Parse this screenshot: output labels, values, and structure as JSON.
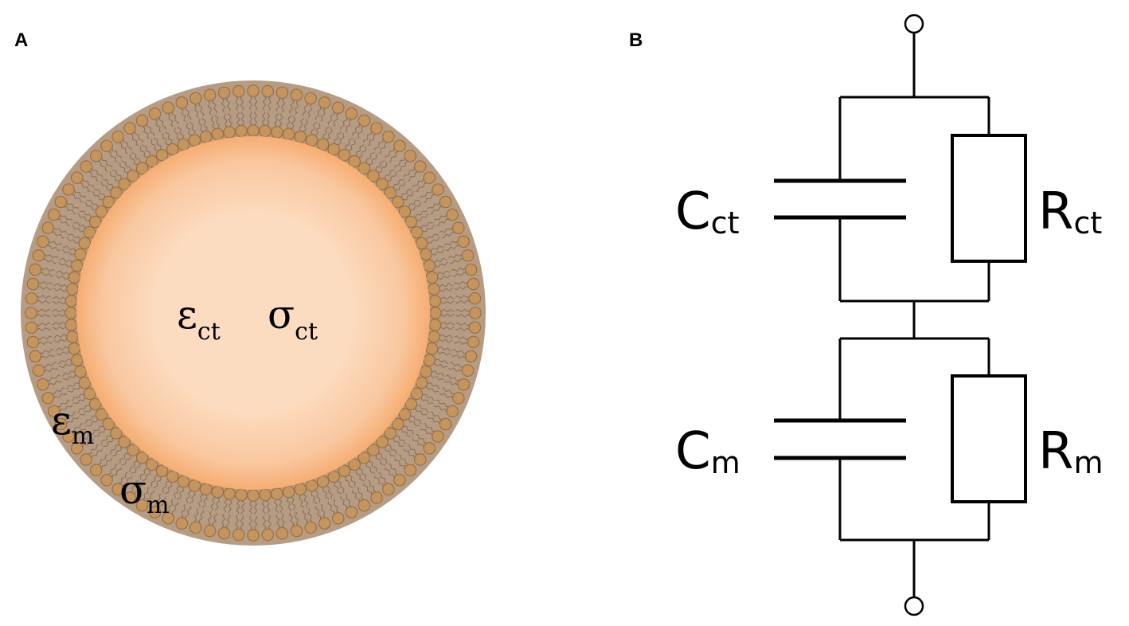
{
  "panels": {
    "a": {
      "label": "A",
      "cytoplasm_permittivity": {
        "symbol": "ε",
        "subscript": "ct"
      },
      "cytoplasm_conductivity": {
        "symbol": "σ",
        "subscript": "ct"
      },
      "membrane_permittivity": {
        "symbol": "ε",
        "subscript": "m"
      },
      "membrane_conductivity": {
        "symbol": "σ",
        "subscript": "m"
      }
    },
    "b": {
      "label": "B",
      "cytoplasm_capacitor": {
        "symbol": "C",
        "subscript": "ct"
      },
      "cytoplasm_resistor": {
        "symbol": "R",
        "subscript": "ct"
      },
      "membrane_capacitor": {
        "symbol": "C",
        "subscript": "m"
      },
      "membrane_resistor": {
        "symbol": "R",
        "subscript": "m"
      }
    }
  },
  "colors": {
    "membrane": "#b79c84",
    "lipid_head": "#c4955e",
    "lipid_head_stroke": "#9a7044",
    "lipid_tail": "#8a735e",
    "cytoplasm_center": "#fcdcc0",
    "cytoplasm_edge": "#f6ad72",
    "line": "#000000"
  }
}
